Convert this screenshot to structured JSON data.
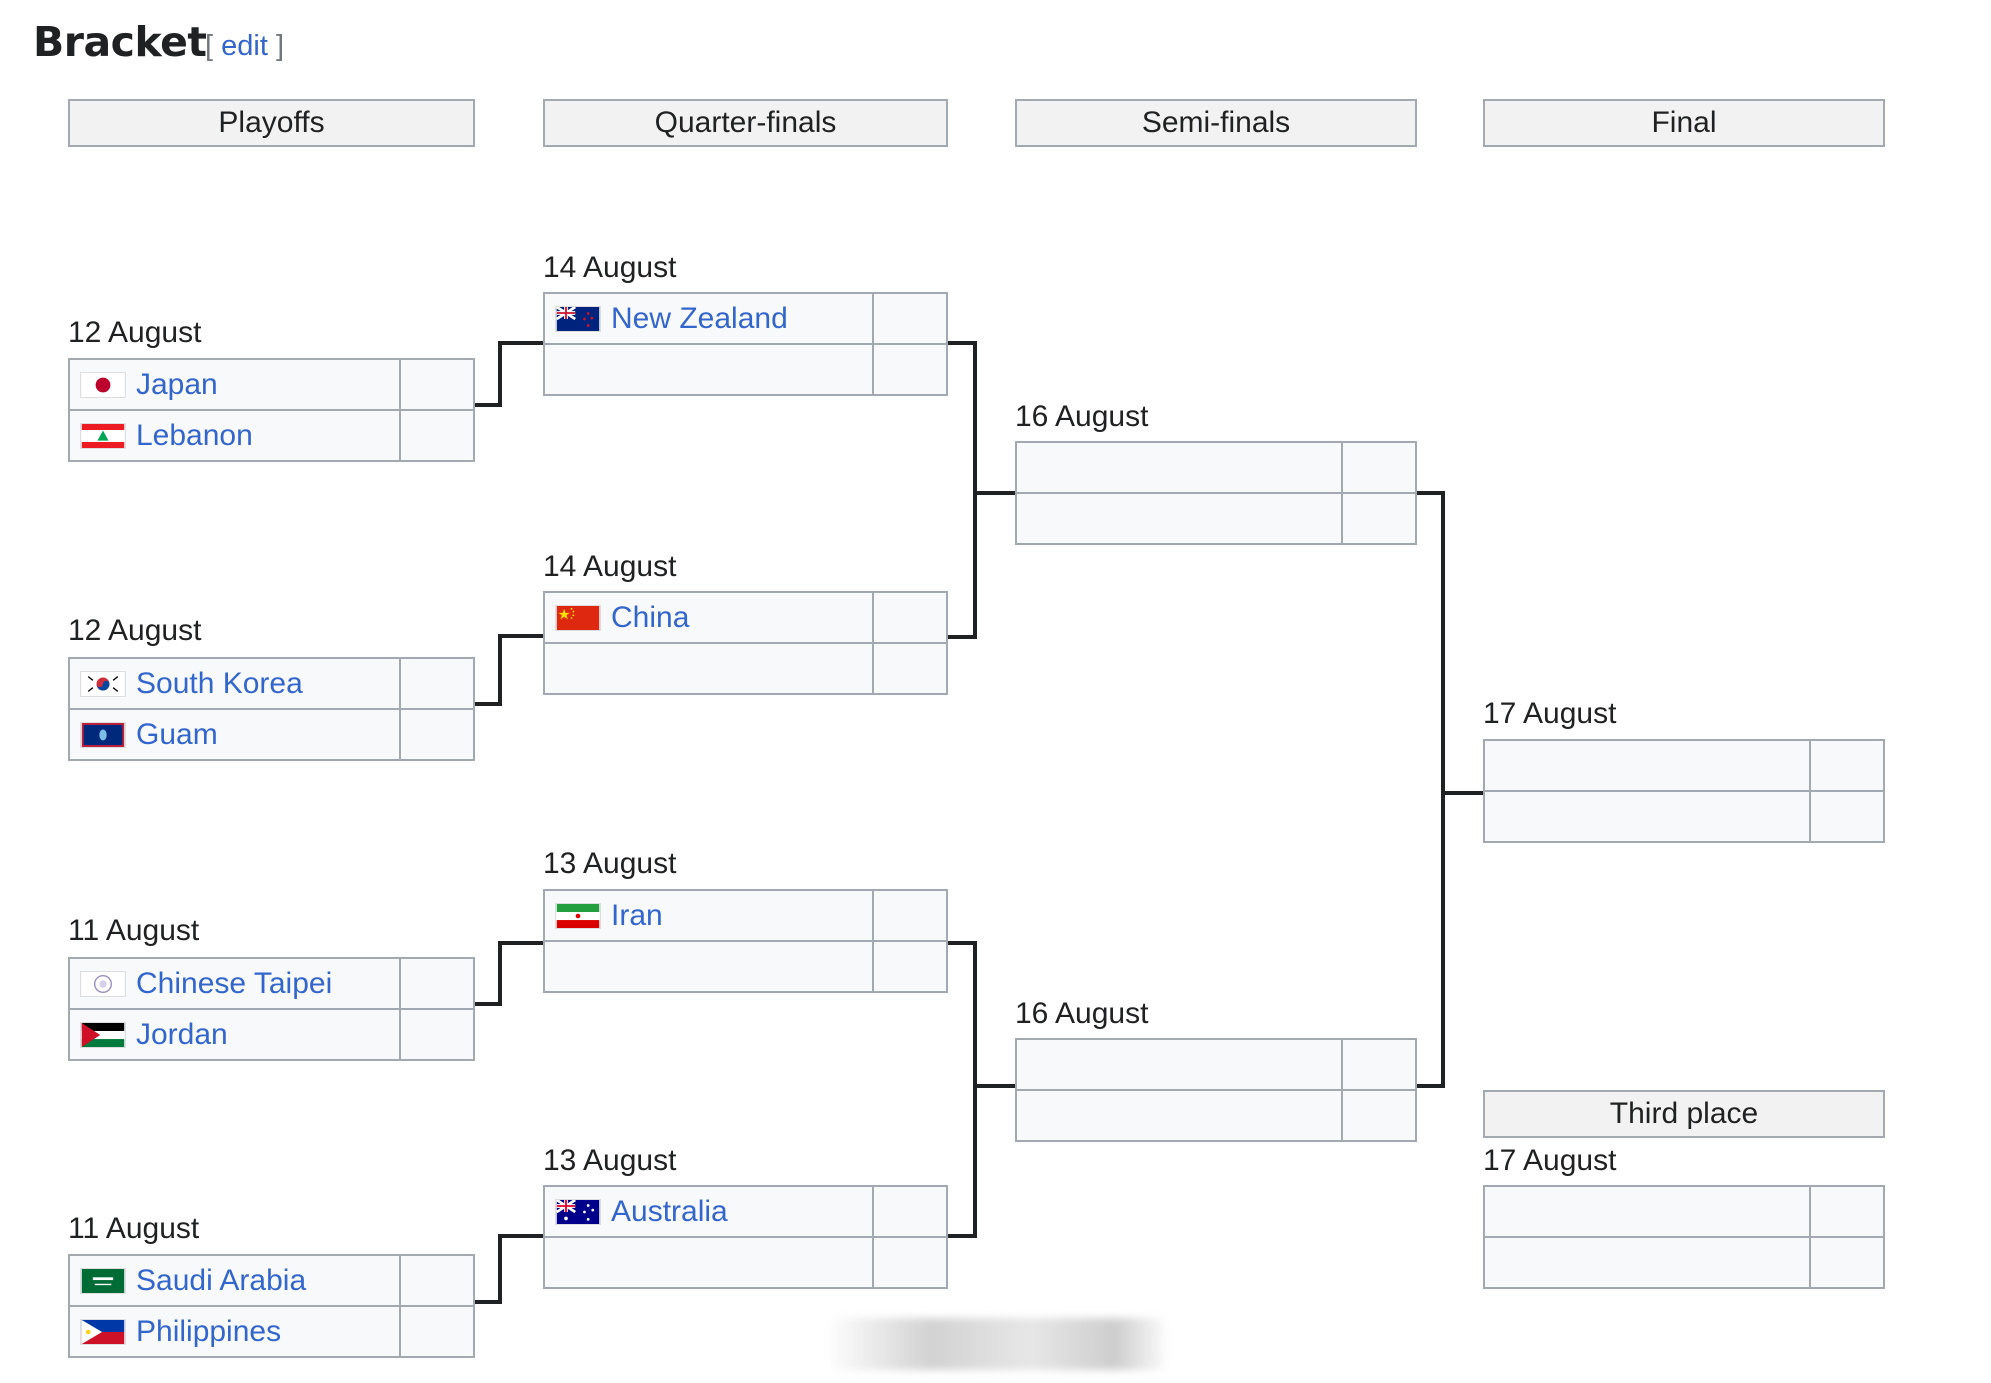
{
  "page": {
    "title": "Bracket",
    "edit_open": "[ ",
    "edit_label": "edit",
    "edit_close": " ]"
  },
  "rounds": [
    "Playoffs",
    "Quarter-finals",
    "Semi-finals",
    "Final"
  ],
  "third_place_header": "Third place",
  "playoffs": [
    {
      "date": "12 August",
      "team1": "Japan",
      "team1_flag": "japan-flag-icon",
      "team2": "Lebanon",
      "team2_flag": "lebanon-flag-icon"
    },
    {
      "date": "12 August",
      "team1": "South Korea",
      "team1_flag": "south-korea-flag-icon",
      "team2": "Guam",
      "team2_flag": "guam-flag-icon"
    },
    {
      "date": "11 August",
      "team1": "Chinese Taipei",
      "team1_flag": "chinese-taipei-flag-icon",
      "team2": "Jordan",
      "team2_flag": "jordan-flag-icon"
    },
    {
      "date": "11 August",
      "team1": "Saudi Arabia",
      "team1_flag": "saudi-arabia-flag-icon",
      "team2": "Philippines",
      "team2_flag": "philippines-flag-icon"
    }
  ],
  "quarterfinals": [
    {
      "date": "14 August",
      "team1": "New Zealand",
      "team1_flag": "new-zealand-flag-icon",
      "team2": ""
    },
    {
      "date": "14 August",
      "team1": "China",
      "team1_flag": "china-flag-icon",
      "team2": ""
    },
    {
      "date": "13 August",
      "team1": "Iran",
      "team1_flag": "iran-flag-icon",
      "team2": ""
    },
    {
      "date": "13 August",
      "team1": "Australia",
      "team1_flag": "australia-flag-icon",
      "team2": ""
    }
  ],
  "semifinals": [
    {
      "date": "16 August"
    },
    {
      "date": "16 August"
    }
  ],
  "final": {
    "date": "17 August"
  },
  "third_place": {
    "date": "17 August"
  },
  "colors": {
    "link": "#3366cc",
    "border": "#a2a9b1",
    "header_bg": "#f2f2f2",
    "cell_bg": "#f8f9fa",
    "connector": "#202122"
  }
}
